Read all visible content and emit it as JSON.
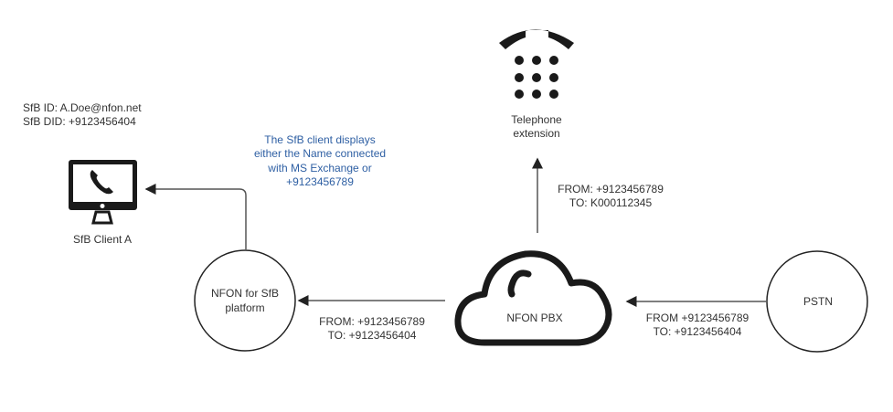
{
  "client": {
    "sfb_id": "SfB ID: A.Doe@nfon.net",
    "sfb_did": "SfB DID: +9123456404",
    "label": "SfB Client A"
  },
  "note": {
    "lines": [
      "The SfB client displays",
      "either the Name connected",
      "with MS Exchange or",
      "+9123456789"
    ],
    "color": "#2e5fa3"
  },
  "nfon_sfb": {
    "lines": [
      "NFON for SfB",
      "platform"
    ]
  },
  "pbx": {
    "label": "NFON PBX"
  },
  "telephone": {
    "lines": [
      "Telephone",
      "extension"
    ]
  },
  "pstn": {
    "label": "PSTN"
  },
  "edges": {
    "pbx_to_phone": {
      "from": "FROM: +9123456789",
      "to": "TO: K000112345"
    },
    "pbx_to_sfb": {
      "from": "FROM: +9123456789",
      "to": "TO: +9123456404"
    },
    "pstn_to_pbx": {
      "from": "FROM +9123456789",
      "to": "TO: +9123456404"
    }
  }
}
